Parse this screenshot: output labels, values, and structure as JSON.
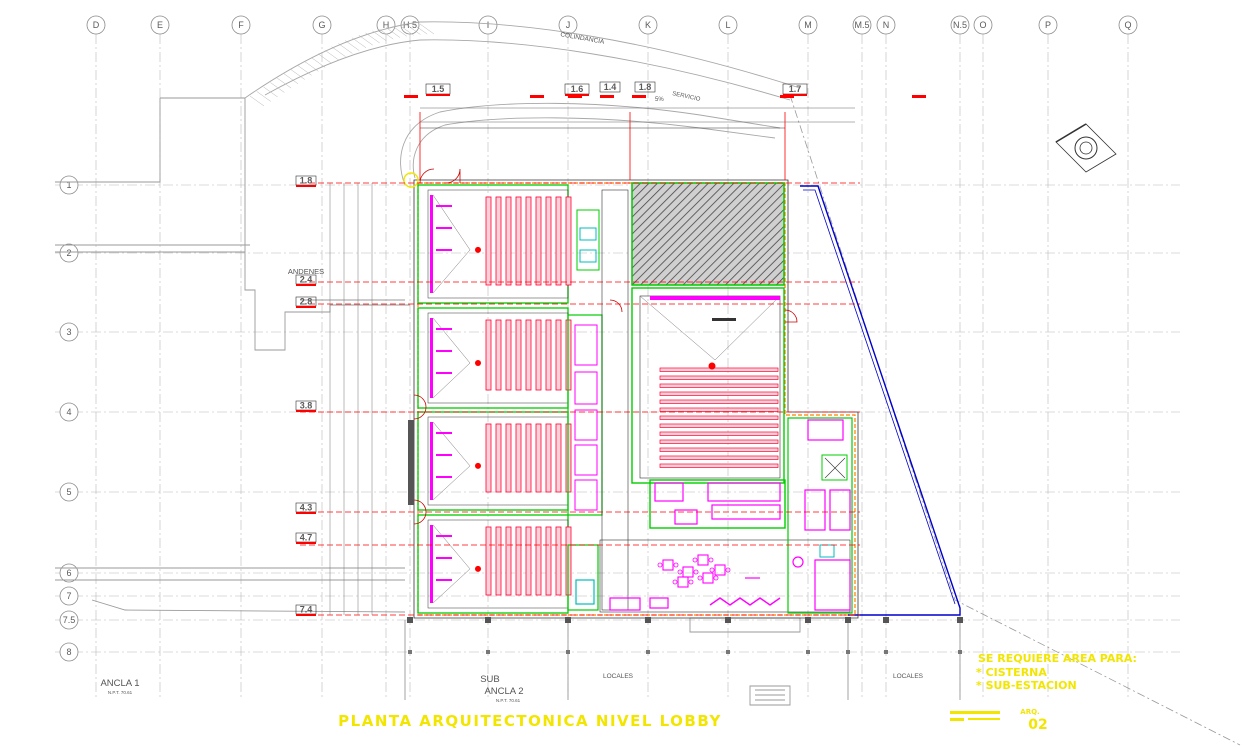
{
  "grid_columns": [
    "D",
    "E",
    "F",
    "G",
    "H",
    "H.5",
    "I",
    "J",
    "K",
    "L",
    "M",
    "M.5",
    "N",
    "N.5",
    "O",
    "P",
    "Q"
  ],
  "grid_rows": [
    "1",
    "2",
    "3",
    "4",
    "5",
    "6",
    "7",
    "7.5",
    "8"
  ],
  "sub_axes": [
    "1.4",
    "1.5",
    "1.6",
    "1.7",
    "1.8",
    "2.4",
    "2.8",
    "3.8",
    "4.3",
    "4.7",
    "7.4"
  ],
  "labels": {
    "title": "PLANTA ARQUITECTONICA NIVEL LOBBY",
    "anclas_1": "ANCLA 1",
    "ancla_1_npt": "N.P.T. 70.61",
    "sub": "SUB",
    "ancla_2": "ANCLA 2",
    "ancla_2_npt": "N.P.T. 70.61",
    "locales_1": "LOCALES",
    "locales_2": "LOCALES",
    "andenes": "ANDENES",
    "colindancia": "COLINDANCIA",
    "servicio": "SERVICIO",
    "servicio_pct": "5%",
    "note_1": "SE REQUIERE AREA PARA:",
    "note_2": "* CISTERNA",
    "note_3": "* SUB-ESTACION",
    "sheet_prefix": "ARQ.",
    "sheet_number": "02"
  },
  "colors": {
    "grid": "#8a8a8a",
    "wall": "#333333",
    "magenta": "#ff00ff",
    "red": "#ff0000",
    "green": "#00cc00",
    "yellow": "#f2e600",
    "blue": "#0000cc",
    "orange": "#ff7f00",
    "cyan": "#00bcbc"
  },
  "icons": [
    "north-arrow-icon"
  ]
}
